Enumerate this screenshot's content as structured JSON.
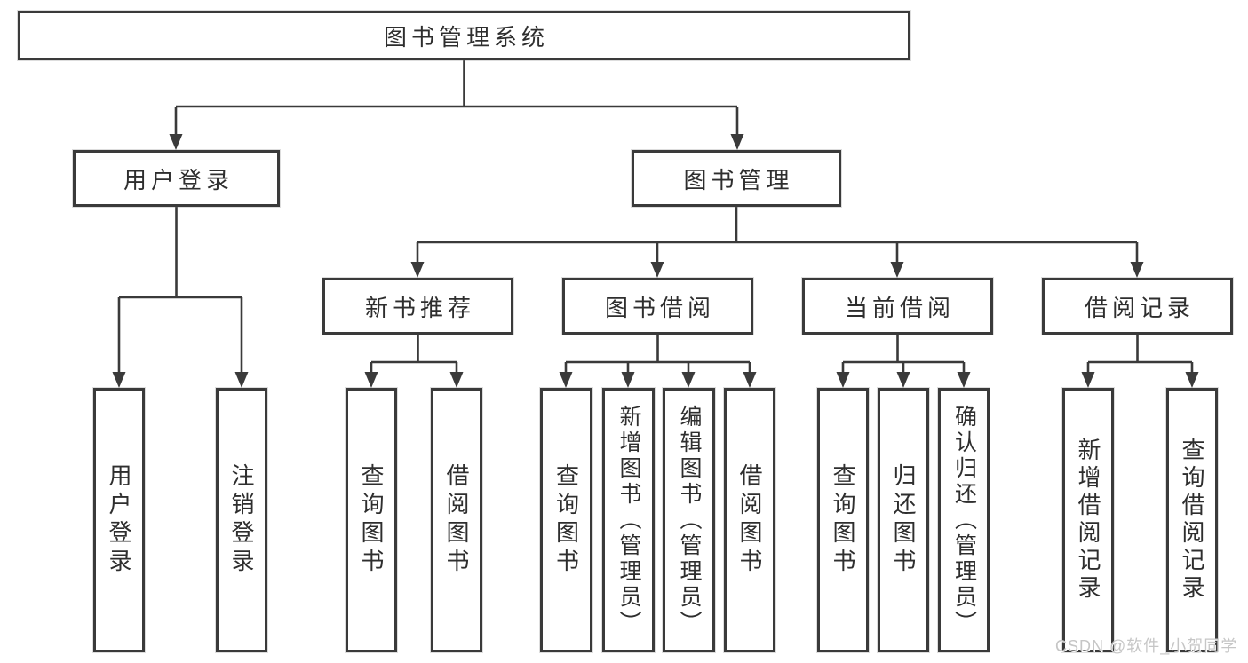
{
  "diagram_type": "hierarchy-tree",
  "colors": {
    "line": "#3a3a3a",
    "box_border": "#3a3a3a",
    "box_fill": "#ffffff",
    "text": "#2e2e2e",
    "watermark_text": "#c6c6c6",
    "background": "#ffffff"
  },
  "tree": {
    "label": "图书管理系统",
    "children": [
      {
        "label": "用户登录",
        "children": [
          {
            "label": "用户登录"
          },
          {
            "label": "注销登录"
          }
        ]
      },
      {
        "label": "图书管理",
        "children": [
          {
            "label": "新书推荐",
            "children": [
              {
                "label": "查询图书"
              },
              {
                "label": "借阅图书"
              }
            ]
          },
          {
            "label": "图书借阅",
            "children": [
              {
                "label": "查询图书"
              },
              {
                "label": "新增图书（管理员）"
              },
              {
                "label": "编辑图书（管理员）"
              },
              {
                "label": "借阅图书"
              }
            ]
          },
          {
            "label": "当前借阅",
            "children": [
              {
                "label": "查询图书"
              },
              {
                "label": "归还图书"
              },
              {
                "label": "确认归还（管理员）"
              }
            ]
          },
          {
            "label": "借阅记录",
            "children": [
              {
                "label": "新增借阅记录"
              },
              {
                "label": "查询借阅记录"
              }
            ]
          }
        ]
      }
    ]
  },
  "watermark": {
    "text": "CSDN @软件_小贺同学"
  }
}
